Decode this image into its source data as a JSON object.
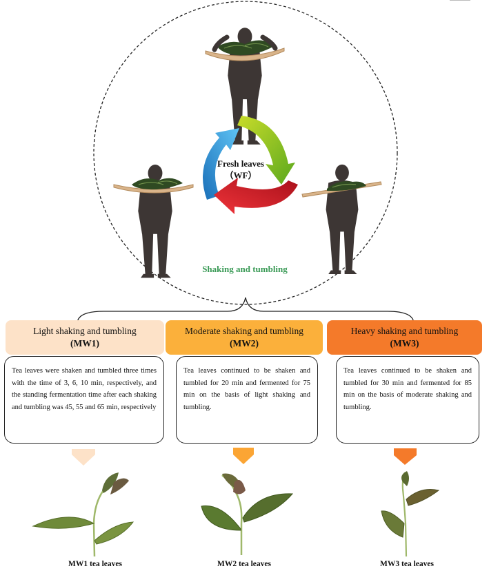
{
  "center": {
    "line1": "Fresh leaves",
    "line2": "（WF）"
  },
  "process_label": "Shaking and tumbling",
  "stages": [
    {
      "title": "Light shaking and tumbling",
      "code": "(MW1)",
      "color": "#fde2c8",
      "description": "Tea leaves were shaken and tumbled three times with the time of 3, 6, 10 min, respectively, and the standing fermentation time after each shaking and tumbling was 45, 55 and 65 min, respectively",
      "caption": "MW1 tea leaves"
    },
    {
      "title": "Moderate shaking and tumbling",
      "code": "(MW2)",
      "color": "#fbb03b",
      "description": "Tea leaves continued to be shaken and tumbled for 20 min and fermented for 75 min on the basis of light shaking and tumbling.",
      "caption": "MW2 tea leaves"
    },
    {
      "title": "Heavy shaking and tumbling",
      "code": "(MW3)",
      "color": "#f47a2a",
      "description": "Tea leaves continued to be shaken and tumbled for 30 min and fermented for 85 min on the basis of moderate shaking and tumbling.",
      "caption": "MW3 tea leaves"
    }
  ],
  "colors": {
    "arrow_blue": "#2f9be0",
    "arrow_green": "#8bc21e",
    "arrow_red": "#d8141c",
    "worker": "#3d3634",
    "tray": "#d9b48a"
  },
  "icons": [
    "worker-with-tray-icon",
    "cycle-arrows-icon",
    "tea-leaf-icon",
    "chevron-down-icon"
  ]
}
